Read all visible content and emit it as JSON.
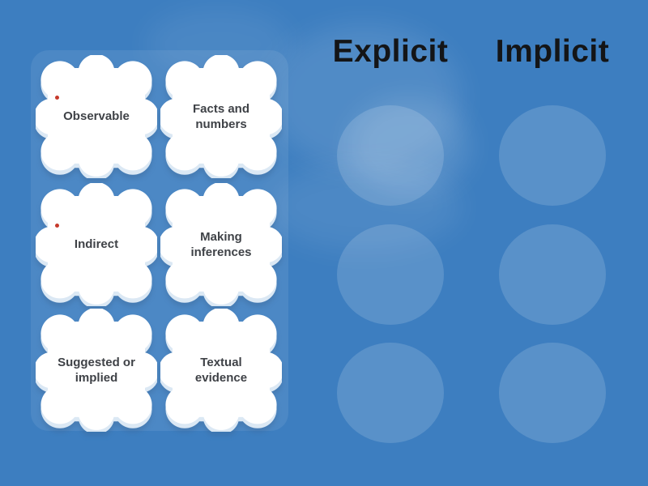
{
  "game": {
    "type": "group-sort",
    "categories": [
      {
        "label": "Explicit",
        "slots": 3
      },
      {
        "label": "Implicit",
        "slots": 3
      }
    ],
    "cards": [
      {
        "label": "Observable",
        "marker": true
      },
      {
        "label": "Facts and numbers",
        "marker": false
      },
      {
        "label": "Indirect",
        "marker": true
      },
      {
        "label": "Making inferences",
        "marker": false
      },
      {
        "label": "Suggested or implied",
        "marker": false
      },
      {
        "label": "Textual evidence",
        "marker": false
      }
    ]
  },
  "colors": {
    "background": "#3d7ec0",
    "panel_overlay": "rgba(255,255,255,0.08)",
    "dropzone_overlay": "rgba(255,255,255,0.15)",
    "card_fill": "#ffffff",
    "card_shade": "#dbe8f4",
    "card_text": "#3f4247",
    "header_text": "#141517",
    "marker_dot": "#c63a2b"
  }
}
